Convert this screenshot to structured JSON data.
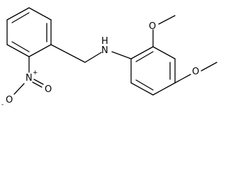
{
  "molecule": {
    "atoms": {
      "amine_nitrogen": "N",
      "amine_hydrogen": "H",
      "nitro_nitrogen": "N",
      "nitro_plus": "+",
      "nitro_oxygen_bottom": "O",
      "nitro_minus": "-",
      "nitro_oxygen_right": "O",
      "methoxy_top_oxygen": "O",
      "methoxy_bottom_oxygen": "O"
    }
  }
}
